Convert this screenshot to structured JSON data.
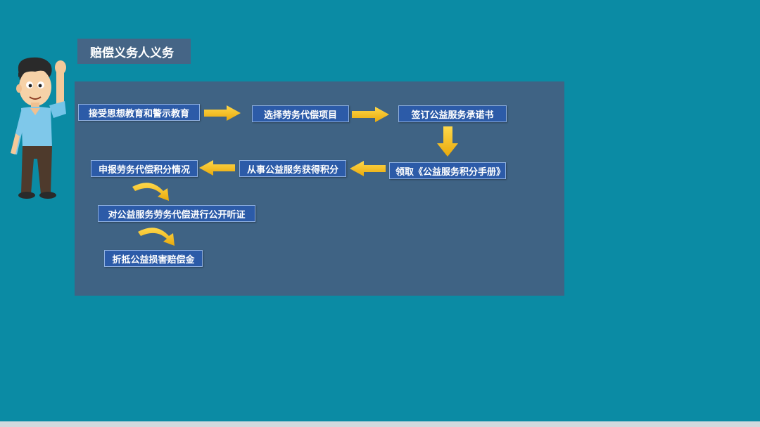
{
  "title": "赔偿义务人义务",
  "colors": {
    "background": "#0b8ba4",
    "panel": "#3f6384",
    "step_box": "#2c5ba8",
    "arrow": "#f5c518"
  },
  "steps": [
    "接受思想教育和警示教育",
    "选择劳务代偿项目",
    "签订公益服务承诺书",
    "领取《公益服务积分手册》",
    "从事公益服务获得积分",
    "申报劳务代偿积分情况",
    "对公益服务劳务代偿进行公开听证",
    "折抵公益损害赔偿金"
  ],
  "illustration": "cartoon-man-waving-icon"
}
